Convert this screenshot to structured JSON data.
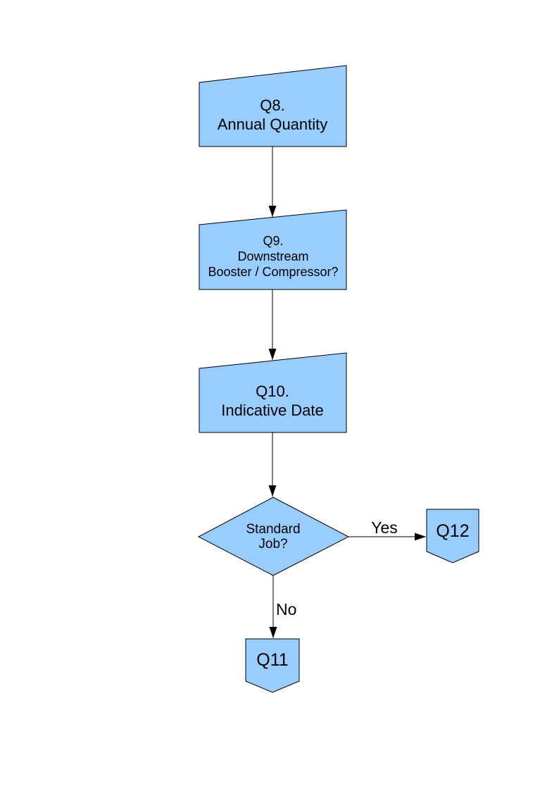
{
  "colors": {
    "node_fill": "#99CCFF",
    "node_stroke": "#000000",
    "connector": "#000000",
    "text": "#000000",
    "page_background": "#FFFFFF"
  },
  "flowchart": {
    "nodes": {
      "q8": {
        "shape": "manual-input",
        "lines": [
          "Q8.",
          "Annual Quantity"
        ]
      },
      "q9": {
        "shape": "manual-input",
        "lines": [
          "Q9.",
          "Downstream",
          "Booster / Compressor?"
        ]
      },
      "q10": {
        "shape": "manual-input",
        "lines": [
          "Q10.",
          "Indicative Date"
        ]
      },
      "decision": {
        "shape": "decision",
        "lines": [
          "Standard",
          "Job?"
        ]
      },
      "q12": {
        "shape": "off-page-connector",
        "label": "Q12"
      },
      "q11": {
        "shape": "off-page-connector",
        "label": "Q11"
      }
    },
    "edges": [
      {
        "from": "Q8. Annual Quantity",
        "to": "Q9. Downstream Booster / Compressor?",
        "label": ""
      },
      {
        "from": "Q9. Downstream Booster / Compressor?",
        "to": "Q10. Indicative Date",
        "label": ""
      },
      {
        "from": "Q10. Indicative Date",
        "to": "Standard Job?",
        "label": ""
      },
      {
        "from": "Standard Job?",
        "to": "Q12",
        "label": "Yes"
      },
      {
        "from": "Standard Job?",
        "to": "Q11",
        "label": "No"
      }
    ]
  }
}
